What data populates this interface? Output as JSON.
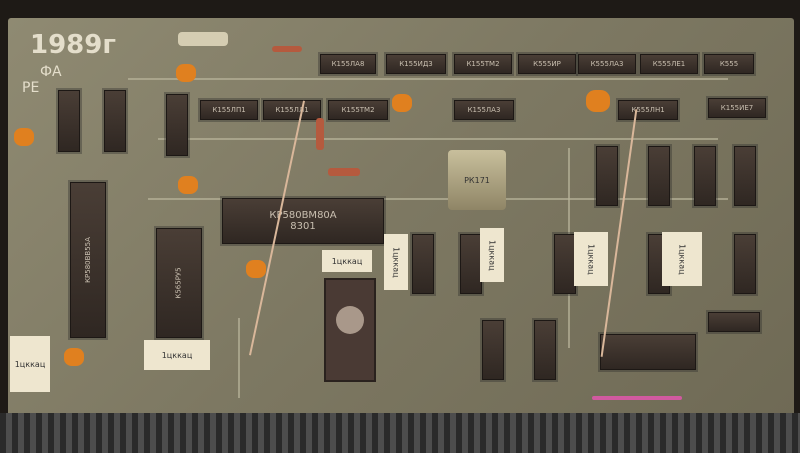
{
  "board": {
    "year": "1989г",
    "silk1": "ФА",
    "silk2": "РЕ"
  },
  "cpu": {
    "name": "КР580ВМ80А",
    "code": "8301"
  },
  "chips_top": [
    "К155ЛА8",
    "К155ИД3",
    "К155ТМ2",
    "К555ИР",
    "К555ЛА3",
    "К555ЛЕ1",
    "К555"
  ],
  "chips_row2": [
    "К155ЛП1",
    "К155ЛЛ1",
    "К155ТМ2",
    "К155ЛА3",
    "К555ЛН1",
    "К155ИЕ7"
  ],
  "big_chips": [
    "КР580ВВ55А",
    "К565РУ5"
  ],
  "crystal": "РК171",
  "sticker_label": "1цккац"
}
